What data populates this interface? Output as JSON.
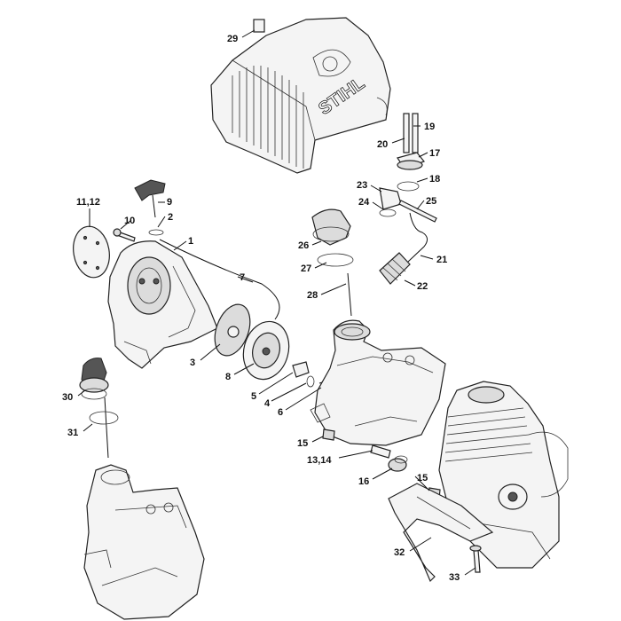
{
  "logo_text": "STIHL",
  "callouts": [
    {
      "id": "29",
      "label": "29"
    },
    {
      "id": "19",
      "label": "19"
    },
    {
      "id": "20",
      "label": "20"
    },
    {
      "id": "17",
      "label": "17"
    },
    {
      "id": "18",
      "label": "18"
    },
    {
      "id": "23",
      "label": "23"
    },
    {
      "id": "24",
      "label": "24"
    },
    {
      "id": "25",
      "label": "25"
    },
    {
      "id": "26",
      "label": "26"
    },
    {
      "id": "27",
      "label": "27"
    },
    {
      "id": "21",
      "label": "21"
    },
    {
      "id": "22",
      "label": "22"
    },
    {
      "id": "28",
      "label": "28"
    },
    {
      "id": "9",
      "label": "9"
    },
    {
      "id": "11-12",
      "label": "11,12"
    },
    {
      "id": "10",
      "label": "10"
    },
    {
      "id": "2",
      "label": "2"
    },
    {
      "id": "1",
      "label": "1"
    },
    {
      "id": "7",
      "label": "7"
    },
    {
      "id": "3",
      "label": "3"
    },
    {
      "id": "8",
      "label": "8"
    },
    {
      "id": "5",
      "label": "5"
    },
    {
      "id": "4",
      "label": "4"
    },
    {
      "id": "6",
      "label": "6"
    },
    {
      "id": "30",
      "label": "30"
    },
    {
      "id": "31",
      "label": "31"
    },
    {
      "id": "15a",
      "label": "15"
    },
    {
      "id": "13-14",
      "label": "13,14"
    },
    {
      "id": "16",
      "label": "16"
    },
    {
      "id": "15b",
      "label": "15"
    },
    {
      "id": "32",
      "label": "32"
    },
    {
      "id": "33",
      "label": "33"
    }
  ]
}
